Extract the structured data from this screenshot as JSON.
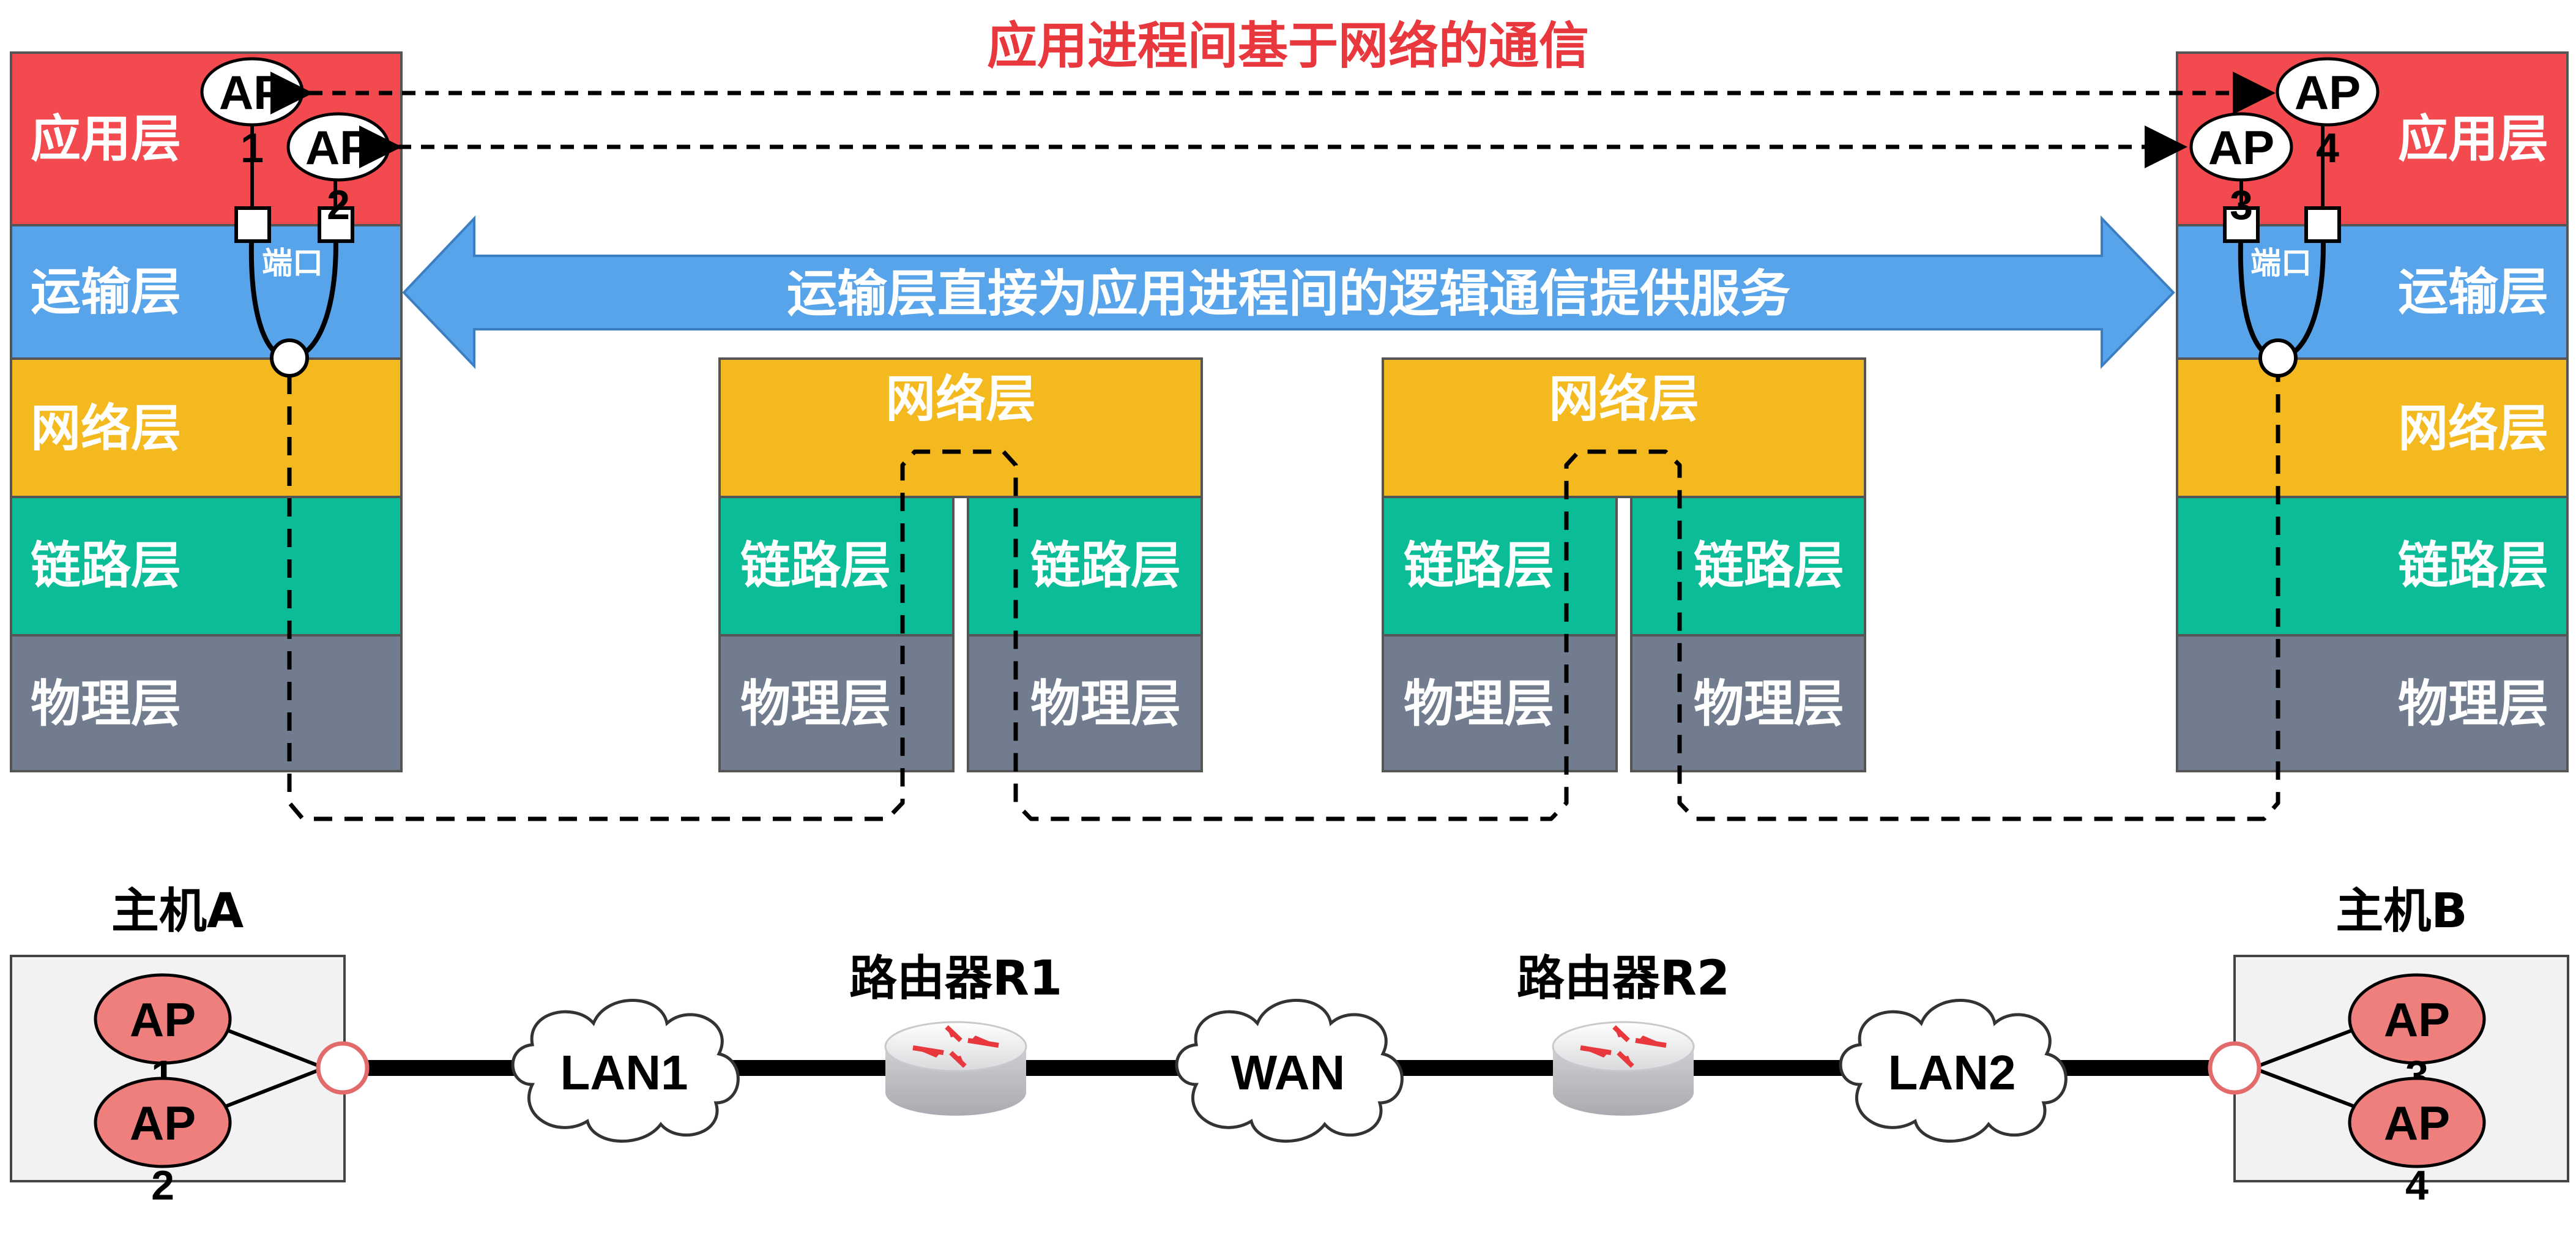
{
  "title": "应用进程间基于网络的通信",
  "banner": "运输层直接为应用进程间的逻辑通信提供服务",
  "layers": {
    "application": "应用层",
    "transport": "运输层",
    "network": "网络层",
    "link": "链路层",
    "physical": "物理层"
  },
  "port_label": "端口",
  "ap": {
    "label": "AP",
    "n1": "1",
    "n2": "2",
    "n3": "3",
    "n4": "4"
  },
  "hosts": {
    "a": "主机A",
    "b": "主机B"
  },
  "routers": {
    "r1": "路由器R1",
    "r2": "路由器R2"
  },
  "networks": {
    "lan1": "LAN1",
    "wan": "WAN",
    "lan2": "LAN2"
  },
  "colors": {
    "application": "#f24a4f",
    "transport": "#58a4ea",
    "network": "#f4b91f",
    "link": "#0bbd97",
    "physical": "#717d8f",
    "title": "#e8383d",
    "ap_fill": "#ef7f7c"
  }
}
